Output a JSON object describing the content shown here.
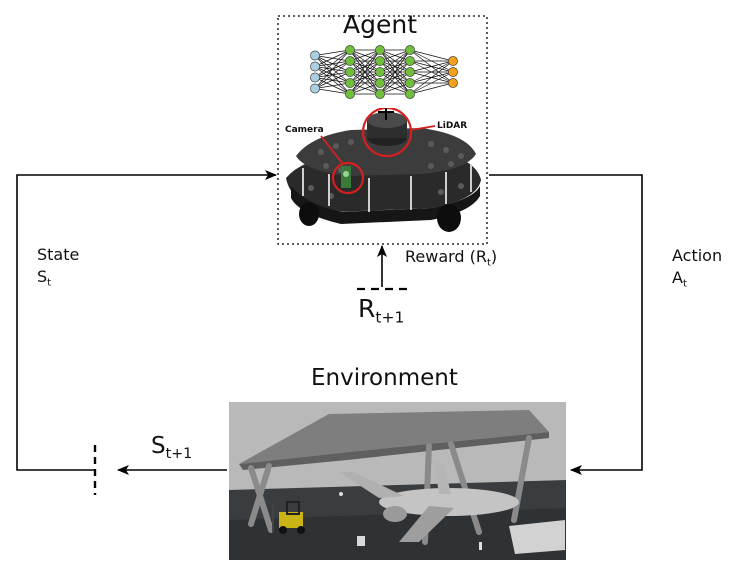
{
  "agent": {
    "title": "Agent",
    "robot_labels": {
      "camera": "Camera",
      "lidar": "LiDAR"
    }
  },
  "environment": {
    "title": "Environment"
  },
  "state": {
    "label": "State",
    "symbol": "S",
    "sub": "t"
  },
  "action": {
    "label": "Action",
    "symbol": "A",
    "sub": "t"
  },
  "reward": {
    "label": "Reward (R",
    "sub": "t",
    "close": ")"
  },
  "next_reward": {
    "symbol": "R",
    "sub": "t+1"
  },
  "next_state": {
    "symbol": "S",
    "sub": "t+1"
  },
  "colors": {
    "input_nodes": "#a9cfe0",
    "hidden_nodes": "#6fbe3c",
    "output_nodes": "#f4a21b",
    "highlight_circle": "#d62020"
  },
  "icons": [
    "neural-network-icon",
    "robot-image",
    "airplane-hangar-image"
  ]
}
